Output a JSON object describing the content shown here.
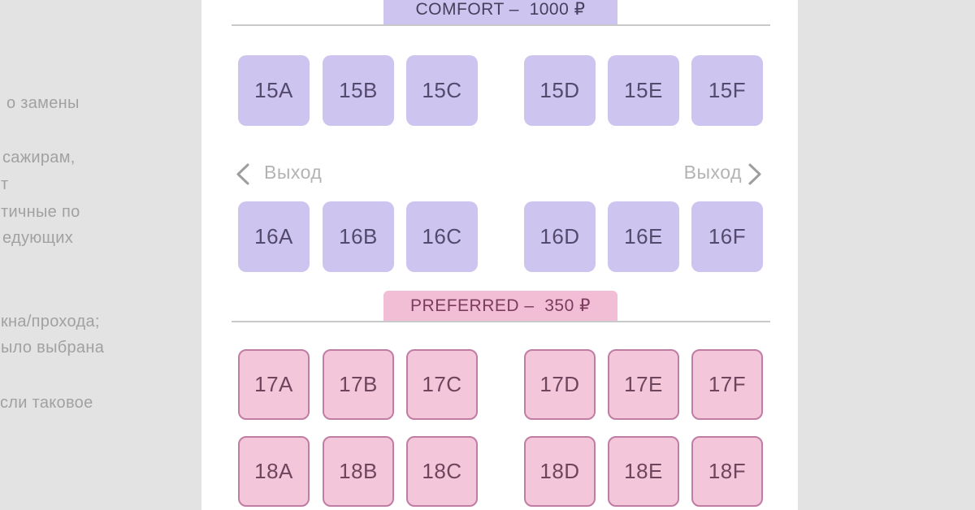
{
  "sidebar": {
    "lines": [
      "о замены",
      "сажирам,",
      "т",
      "тичные по",
      "едующих",
      "кна/прохода;",
      "ыло выбрана",
      "сли таковое"
    ]
  },
  "seatmap": {
    "comfort": {
      "title": "COMFORT –  1000 ₽"
    },
    "preferred": {
      "title": "PREFERRED –  350 ₽"
    },
    "exit": {
      "left": "Выход",
      "right": "Выход"
    },
    "rows": {
      "r15": [
        "15A",
        "15B",
        "15C",
        "15D",
        "15E",
        "15F"
      ],
      "r16": [
        "16A",
        "16B",
        "16C",
        "16D",
        "16E",
        "16F"
      ],
      "r17": [
        "17A",
        "17B",
        "17C",
        "17D",
        "17E",
        "17F"
      ],
      "r18": [
        "18A",
        "18B",
        "18C",
        "18D",
        "18E",
        "18F"
      ]
    }
  },
  "colors": {
    "page_background": "#e3e3e3",
    "panel_background": "#ffffff",
    "comfort_fill": "#cdc4ef",
    "comfort_text": "#534a6d",
    "preferred_fill": "#f4c6da",
    "preferred_border": "#c07da3",
    "preferred_text": "#6e455c",
    "divider": "#c9c9c9",
    "exit_text": "#b3b3b3",
    "sidebar_text": "#a1a1a1"
  }
}
